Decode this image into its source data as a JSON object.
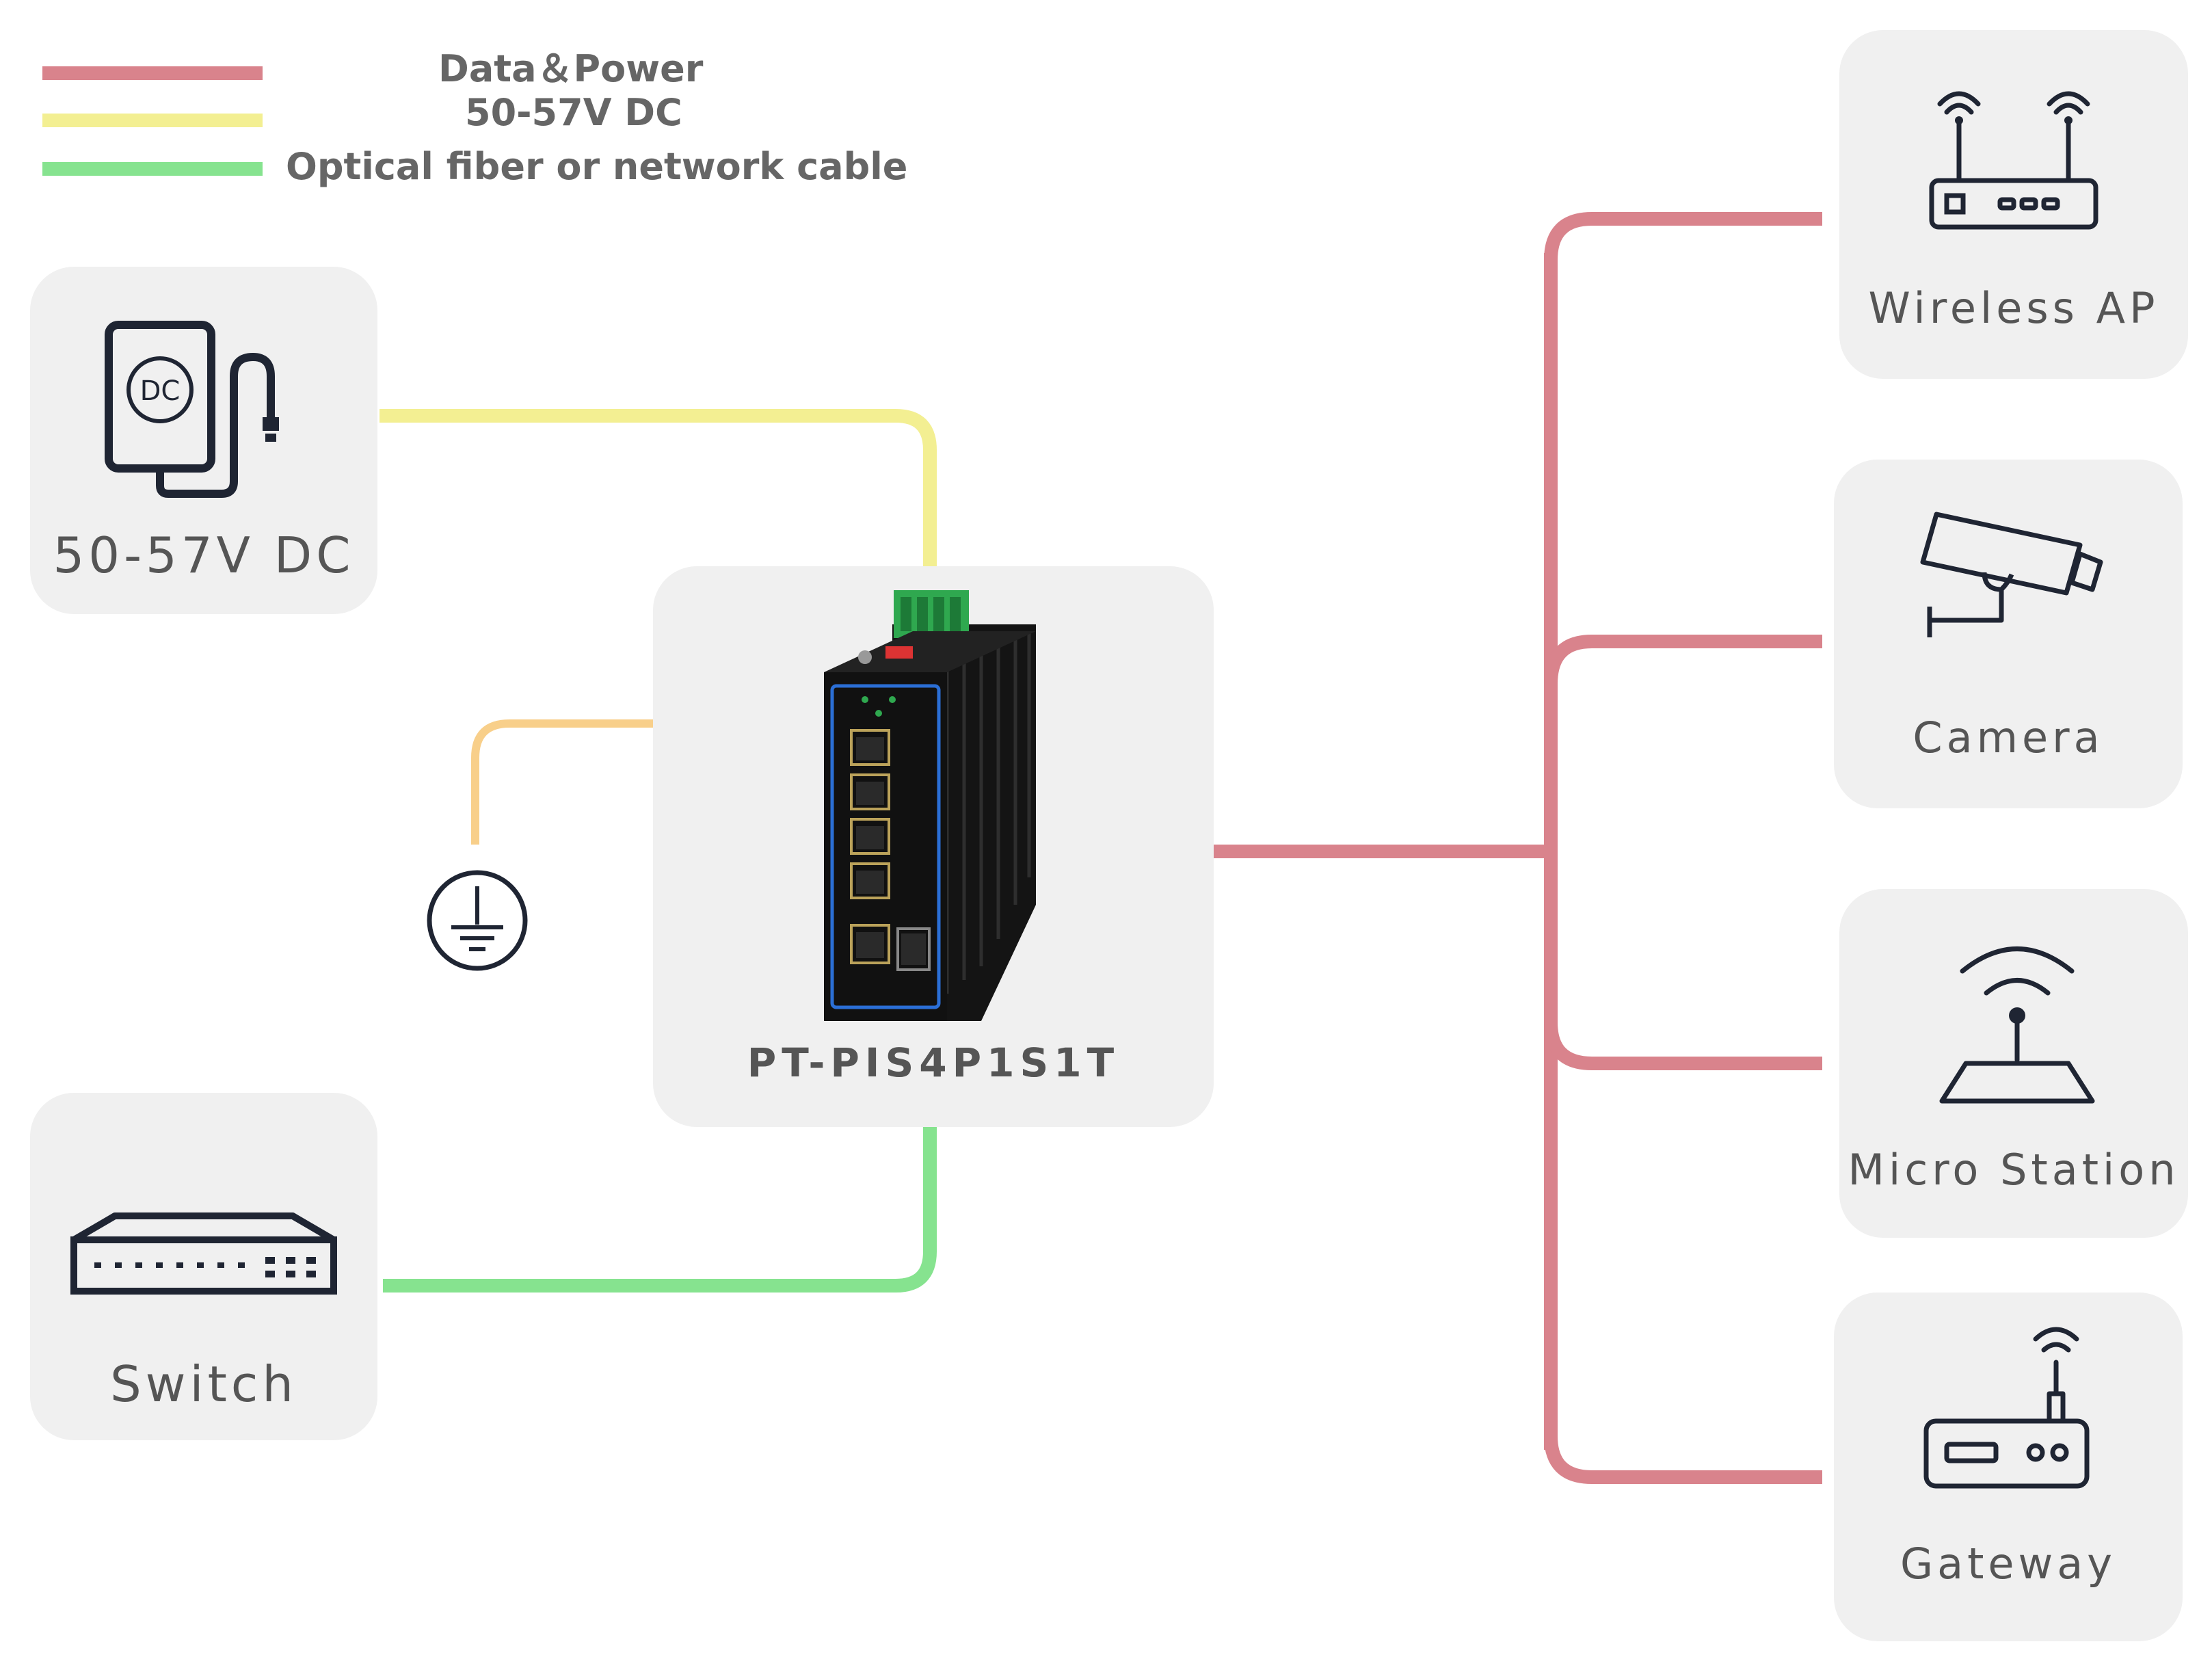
{
  "legend": {
    "items": [
      {
        "label": "Data＆Power",
        "color": "#d9838c"
      },
      {
        "label": "50-57V DC",
        "color": "#f3ef92"
      },
      {
        "label": "Optical fiber or network cable",
        "color": "#86e38f"
      }
    ]
  },
  "nodes": {
    "dc": {
      "label": "50-57V DC",
      "badge": "DC",
      "icon": "dc-adapter-icon"
    },
    "switch": {
      "label": "Switch",
      "icon": "switch-icon"
    },
    "device": {
      "label": "PT-PIS4P1S1T",
      "icon": "poe-switch-device"
    },
    "ground": {
      "icon": "ground-icon"
    },
    "wireless_ap": {
      "label": "Wireless AP",
      "icon": "router-icon"
    },
    "camera": {
      "label": "Camera",
      "icon": "camera-icon"
    },
    "micro_station": {
      "label": "Micro Station",
      "icon": "antenna-station-icon"
    },
    "gateway": {
      "label": "Gateway",
      "icon": "gateway-icon"
    }
  },
  "colors": {
    "data_power": "#d9838c",
    "dc": "#f3ef92",
    "fiber": "#86e38f",
    "ground_wire": "#f8cf8a",
    "card_bg": "#f0f0f0",
    "icon_stroke": "#1f2533"
  }
}
